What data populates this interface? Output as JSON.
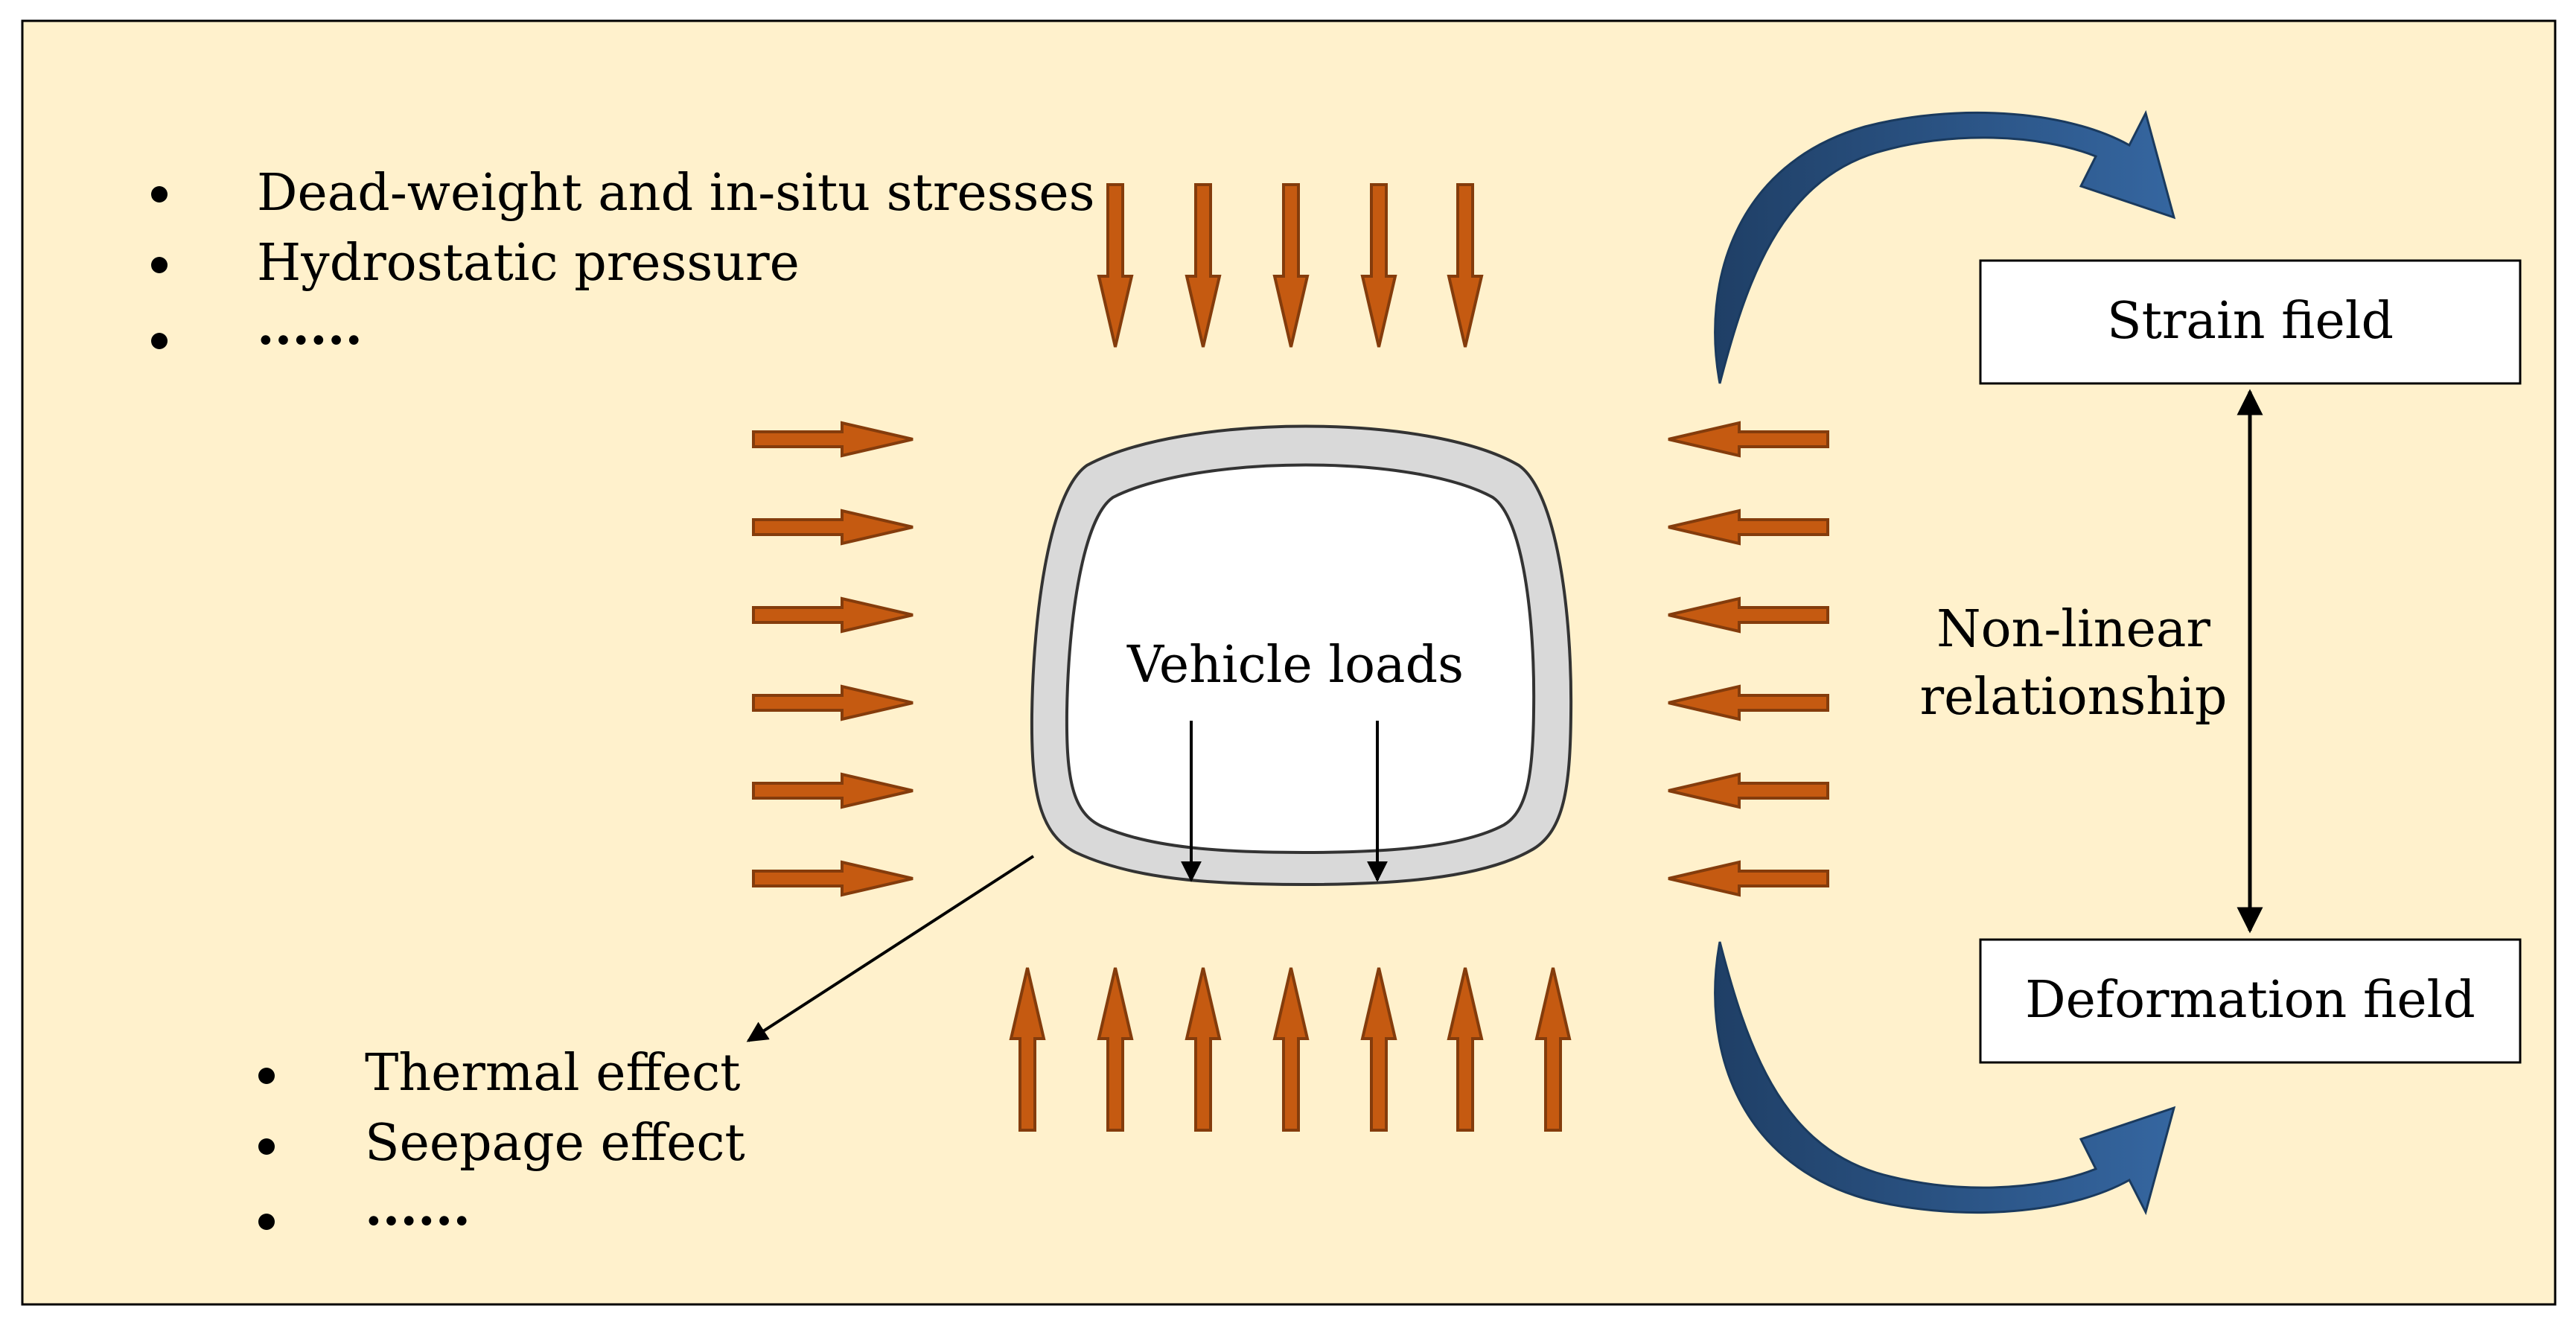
{
  "colors": {
    "background": "#FFF1CC",
    "frame": "#000000",
    "load_arrow_fill": "#C55A11",
    "load_arrow_stroke": "#843C0C",
    "lining": "#D9D9D9",
    "curved_arrow": "#2E5C8E",
    "box_fill": "#FFFFFF"
  },
  "top_loads": {
    "items": [
      "Dead-weight and in-situ stresses",
      "Hydrostatic pressure",
      "......"
    ]
  },
  "bottom_loads": {
    "items": [
      "Thermal effect",
      "Seepage effect",
      "......"
    ]
  },
  "tunnel": {
    "label": "Vehicle loads"
  },
  "fields": {
    "strain": "Strain field",
    "deformation": "Deformation field",
    "relationship_line1": "Non-linear",
    "relationship_line2": "relationship"
  },
  "icons": {
    "load_arrow": "block-arrow-icon",
    "curved_arrow": "curved-arrow-icon",
    "double_arrow": "double-headed-arrow-icon"
  }
}
